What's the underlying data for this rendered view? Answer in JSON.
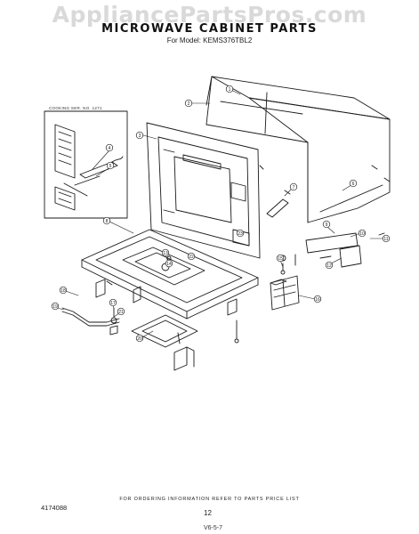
{
  "watermark": "AppliancePartsPros.com",
  "title": "MICROWAVE CABINET PARTS",
  "subtitle": "For Model: KEMS376TBL2",
  "inset_caption": "COOKING SER. NO. 1271",
  "footer_note": "FOR ORDERING INFORMATION REFER TO PARTS PRICE LIST",
  "part_number": "4174088",
  "page_number": "12",
  "date_code": "V6-5-7",
  "callouts": [
    "1",
    "2",
    "3",
    "4",
    "5",
    "6",
    "7",
    "8",
    "9",
    "10",
    "11",
    "12",
    "13",
    "14",
    "15",
    "16",
    "17",
    "18",
    "19",
    "20",
    "21",
    "22",
    "23"
  ]
}
